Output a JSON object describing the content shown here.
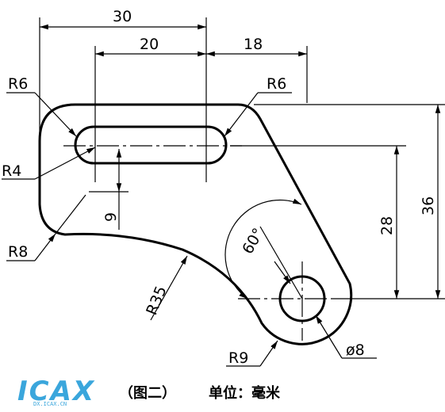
{
  "dimensions": {
    "width_30": "30",
    "width_20": "20",
    "width_18": "18",
    "radius_r6_left": "R6",
    "radius_r6_right": "R6",
    "radius_r4": "R4",
    "radius_r8": "R8",
    "radius_r35": "R35",
    "radius_r9": "R9",
    "height_9": "9",
    "height_28": "28",
    "height_36": "36",
    "angle_60": "60°",
    "diameter_8": "ø8"
  },
  "caption": {
    "logo_text": "ICAX",
    "logo_sub": "DX.ICAX.CN",
    "figure_label": "（图二）",
    "unit_label": "单位：毫米"
  },
  "colors": {
    "line": "#000000",
    "logo": "#3aa6dc"
  }
}
